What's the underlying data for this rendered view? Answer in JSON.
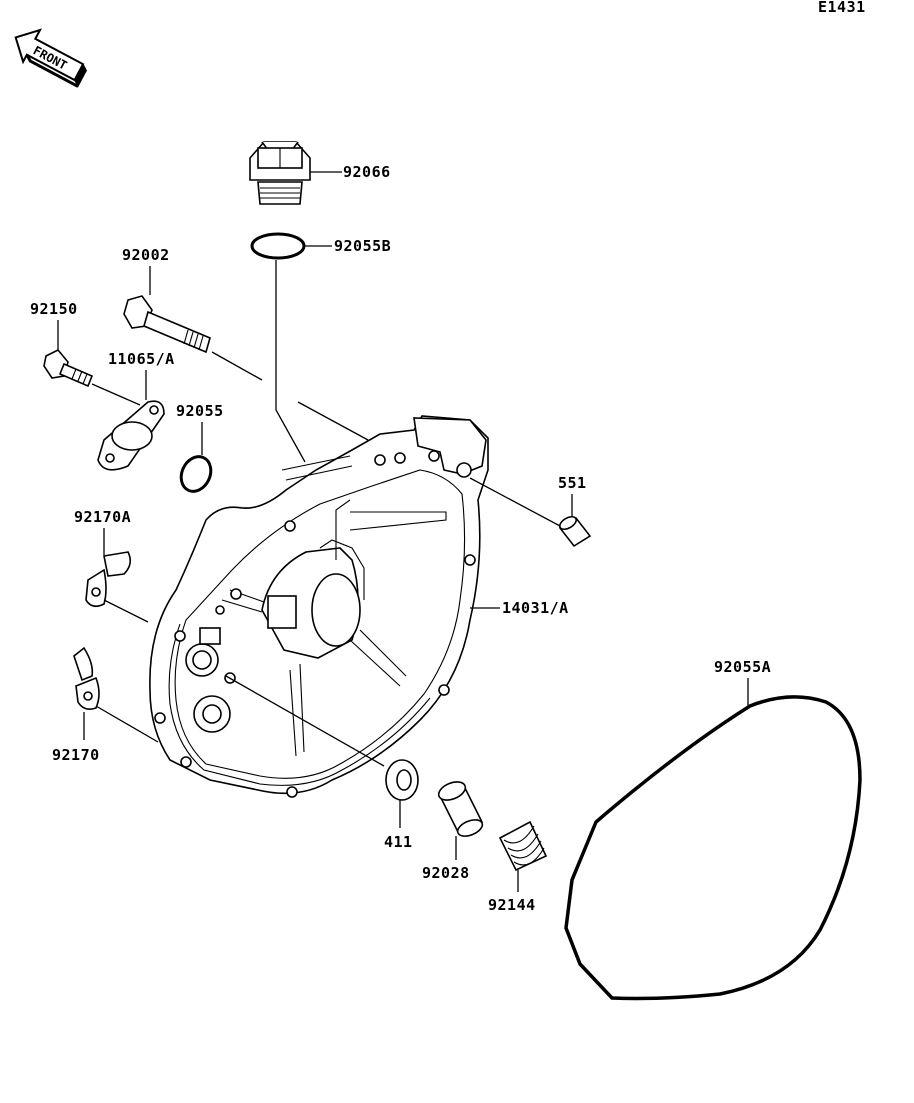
{
  "diagram_code": "E1431",
  "front_label": "FRONT",
  "parts": {
    "oil_plug": "92066",
    "plug_oring": "92055B",
    "bolt_long": "92002",
    "bolt_short": "92150",
    "cap_plate": "11065/A",
    "small_oring": "92055",
    "dowel_pin": "551",
    "clamp_a": "92170A",
    "cover": "14031/A",
    "clamp": "92170",
    "cover_gasket": "92055A",
    "washer": "411",
    "collar": "92028",
    "spring": "92144"
  }
}
